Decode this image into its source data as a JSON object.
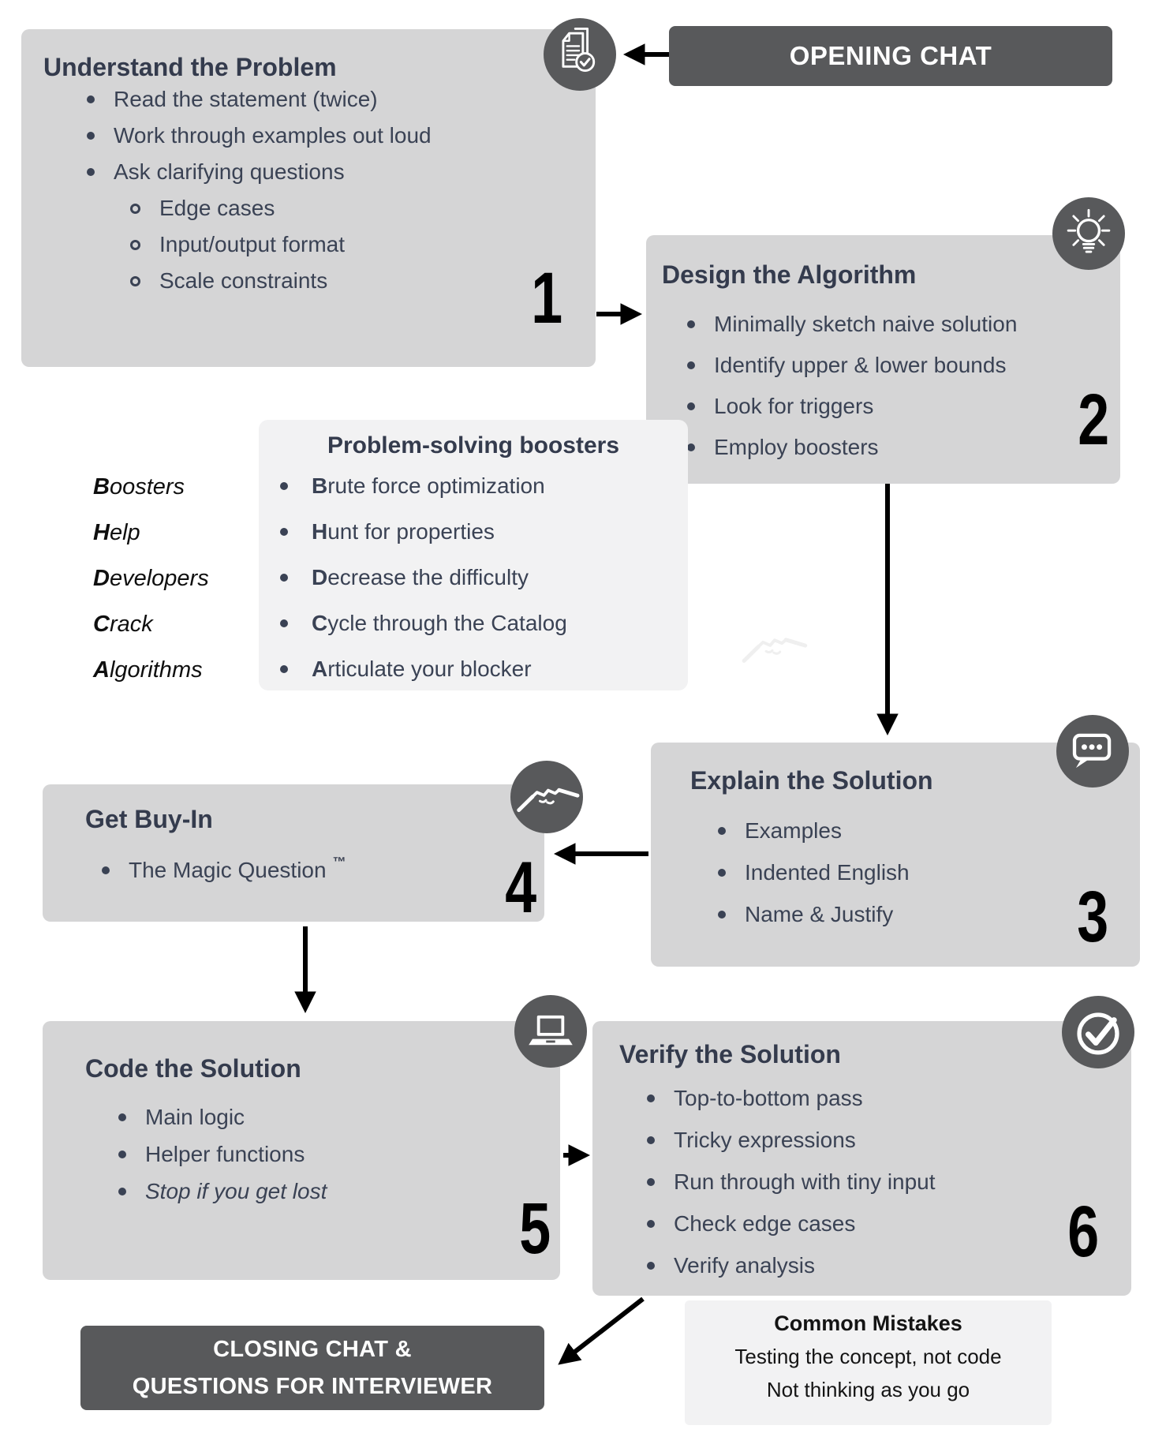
{
  "opening_chat": {
    "label": "OPENING CHAT"
  },
  "closing_chat": {
    "line1": "CLOSING CHAT &",
    "line2": "QUESTIONS FOR INTERVIEWER"
  },
  "steps": {
    "understand": {
      "number": "1",
      "title": "Understand the Problem",
      "bullets": [
        "Read the statement (twice)",
        "Work through examples out loud",
        "Ask clarifying questions"
      ],
      "sub_bullets": [
        "Edge cases",
        "Input/output format",
        "Scale constraints"
      ]
    },
    "design": {
      "number": "2",
      "title": "Design the Algorithm",
      "bullets": [
        "Minimally sketch naive solution",
        "Identify upper & lower bounds",
        "Look for triggers",
        "Employ boosters"
      ]
    },
    "explain": {
      "number": "3",
      "title": "Explain the Solution",
      "bullets": [
        "Examples",
        "Indented English",
        "Name & Justify"
      ]
    },
    "buyin": {
      "number": "4",
      "title": "Get Buy-In",
      "bullet": "The Magic Question",
      "trademark": "™"
    },
    "code": {
      "number": "5",
      "title": "Code the Solution",
      "bullets": [
        "Main logic",
        "Helper functions",
        "Stop if you get lost"
      ]
    },
    "verify": {
      "number": "6",
      "title": "Verify the Solution",
      "bullets": [
        "Top-to-bottom pass",
        "Tricky expressions",
        "Run through with tiny input",
        "Check edge cases",
        "Verify analysis"
      ]
    }
  },
  "boosters": {
    "title": "Problem-solving boosters",
    "items": [
      {
        "lead": "B",
        "rest": "rute force optimization"
      },
      {
        "lead": "H",
        "rest": "unt for properties"
      },
      {
        "lead": "D",
        "rest": "ecrease the difficulty"
      },
      {
        "lead": "C",
        "rest": "ycle through the Catalog"
      },
      {
        "lead": "A",
        "rest": "rticulate your blocker"
      }
    ]
  },
  "acrostic": {
    "items": [
      {
        "lead": "B",
        "rest": "oosters"
      },
      {
        "lead": "H",
        "rest": "elp"
      },
      {
        "lead": "D",
        "rest": "evelopers"
      },
      {
        "lead": "C",
        "rest": "rack"
      },
      {
        "lead": "A",
        "rest": "lgorithms"
      }
    ]
  },
  "common_mistakes": {
    "title": "Common Mistakes",
    "lines": [
      "Testing the concept, not code",
      "Not thinking as you go"
    ]
  },
  "icons": {
    "step1": "document-check-icon",
    "step2": "lightbulb-icon",
    "step3": "speech-bubble-icon",
    "step4": "handshake-icon",
    "step5": "laptop-icon",
    "step6": "check-circle-icon",
    "watermark": "handshake-watermark"
  },
  "colors": {
    "box_gray": "#d5d5d6",
    "panel_light": "#f2f2f3",
    "dark": "#58595b",
    "slate_text": "#343b4d",
    "black_text": "#0f0f0f"
  }
}
